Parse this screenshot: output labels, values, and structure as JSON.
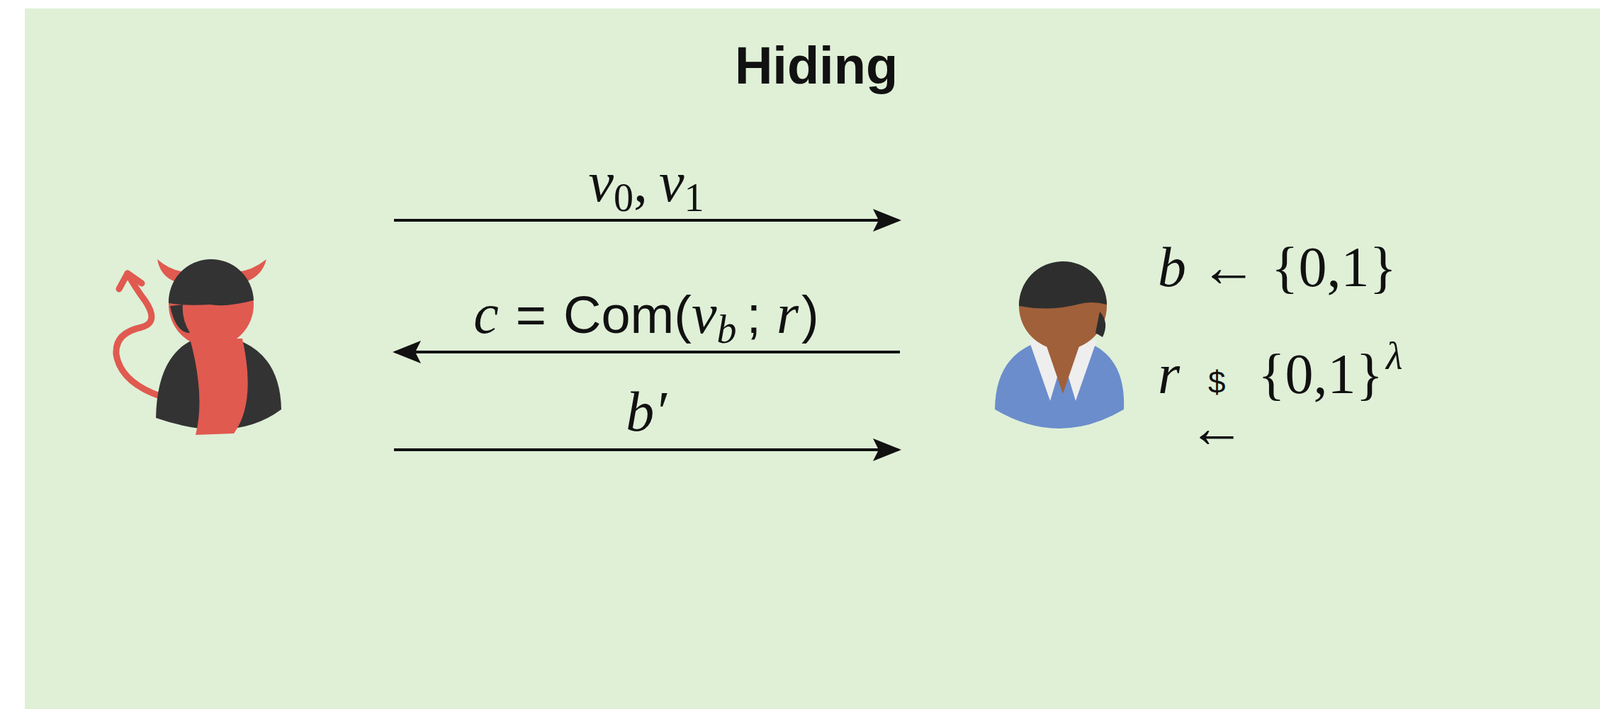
{
  "diagram": {
    "title": "Hiding",
    "labels": [
      "v",
      "0",
      ",",
      "v",
      "1",
      "c",
      "=",
      "Com(",
      "v",
      "b",
      ";",
      "r",
      ")",
      "b′",
      "b",
      "←",
      "{0,1}",
      "r",
      "$",
      "←",
      "{0,1}",
      "λ"
    ]
  }
}
